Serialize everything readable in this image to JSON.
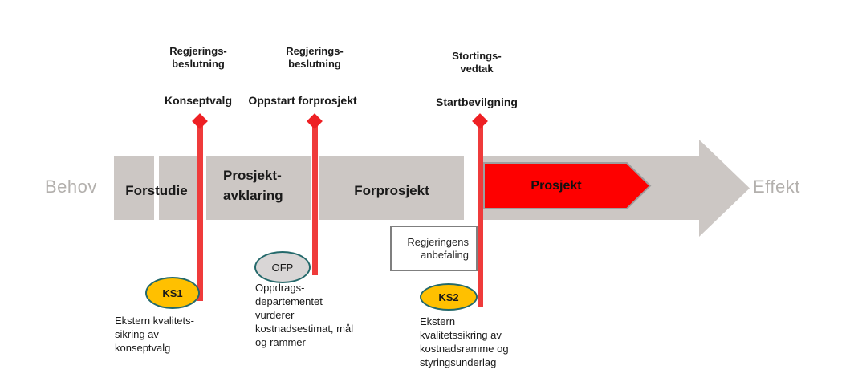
{
  "diagram": {
    "flow": {
      "start_label": "Behov",
      "end_label": "Effekt"
    },
    "phases": [
      {
        "label": "Forstudie"
      },
      {
        "label": "Prosjekt-\navklaring"
      },
      {
        "label": "Forprosjekt"
      },
      {
        "label": "Prosjekt"
      }
    ],
    "milestones": [
      {
        "decision": "Regjerings-\nbeslutning",
        "event": "Konseptvalg"
      },
      {
        "decision": "Regjerings-\nbeslutning",
        "event": "Oppstart forprosjekt"
      },
      {
        "decision": "Stortings-\nvedtak",
        "event": "Startbevilgning"
      }
    ],
    "recommendation_box": {
      "label": "Regjeringens\nanbefaling"
    },
    "annotations": [
      {
        "badge": "KS1",
        "description": "Ekstern kvalitets-\nsikring av\nkonseptvalg"
      },
      {
        "badge": "OFP",
        "description": "Oppdrags-\ndepartementet\nvurderer\nkostnadsestimat, mål\nog rammer"
      },
      {
        "badge": "KS2",
        "description": "Ekstern\nkvalitetssikring av\nkostnadsramme og\nstyringsunderlag"
      }
    ],
    "colors": {
      "arrow_gray": "#ccc7c4",
      "project_red": "#fe0000",
      "milestone_line_red": "#ef3b3b",
      "diamond_red": "#ee2024",
      "ks_badge_yellow": "#ffc000",
      "ofp_badge_gray": "#d9d6d6",
      "badge_border_teal": "#24696b",
      "endpoint_text_gray": "#b3b0ad",
      "pentagon_border_gray": "#9e9e9e",
      "box_border_gray": "#7f7f7f"
    }
  }
}
